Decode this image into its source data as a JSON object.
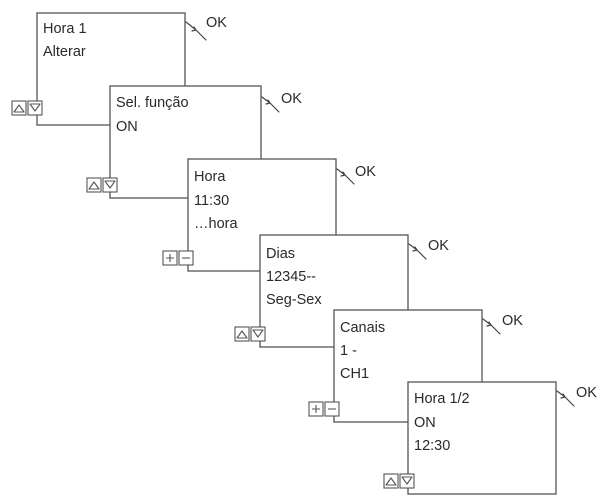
{
  "ok_label": "OK",
  "steps": [
    {
      "lines": [
        "Hora 1",
        "Alterar"
      ],
      "buttons": "up-down"
    },
    {
      "lines": [
        "Sel. função",
        "ON"
      ],
      "buttons": "up-down"
    },
    {
      "lines": [
        "Hora",
        "11:30",
        "…hora"
      ],
      "buttons": "plus-minus"
    },
    {
      "lines": [
        "Dias",
        "12345--",
        "Seg-Sex"
      ],
      "buttons": "up-down"
    },
    {
      "lines": [
        "Canais",
        "1 -",
        "CH1"
      ],
      "buttons": "plus-minus"
    },
    {
      "lines": [
        "Hora 1/2",
        "ON",
        "12:30"
      ],
      "buttons": "up-down"
    }
  ]
}
